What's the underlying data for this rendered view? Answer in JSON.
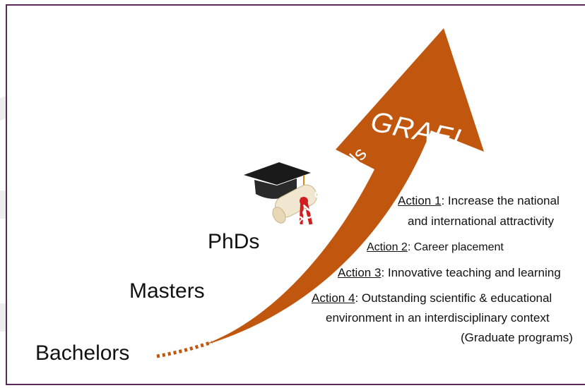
{
  "diagram": {
    "arrow_label": "GRAEL",
    "arrow_band_label": "Grad. Schools",
    "levels": [
      "Bachelors",
      "Masters",
      "PhDs"
    ],
    "actions": [
      {
        "tag": "Action 1",
        "text": ": Increase the national",
        "cont": "and international attractivity"
      },
      {
        "tag": "Action 2",
        "text": ": Career  placement"
      },
      {
        "tag": "Action 3",
        "text": ": Innovative teaching and learning"
      },
      {
        "tag": "Action 4",
        "text": ": Outstanding scientific & educational",
        "cont": "environment in an interdisciplinary context",
        "cont2": "(Graduate programs)"
      }
    ],
    "colors": {
      "arrow": "#c1570e",
      "border": "#5b2a57",
      "cap": "#1a1a1a",
      "ribbon": "#d01f1f"
    },
    "icons": [
      "graduation-cap-icon",
      "diploma-scroll-icon"
    ]
  }
}
